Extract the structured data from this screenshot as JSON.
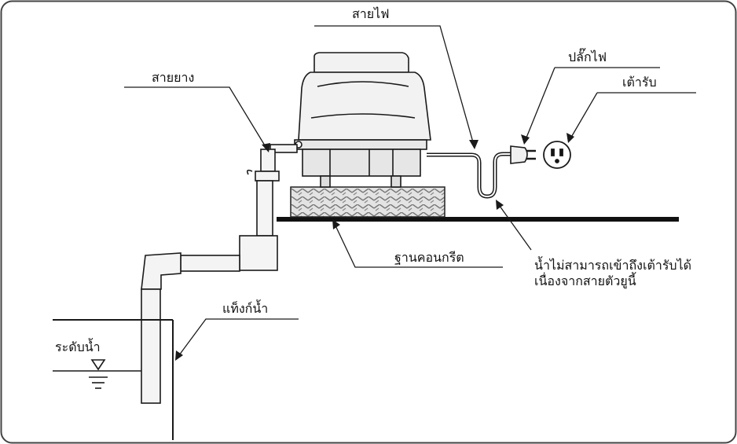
{
  "labels": {
    "power_cord": "สายไฟ",
    "plug": "ปลั๊กไฟ",
    "outlet": "เต้ารับ",
    "hose": "สายยาง",
    "concrete_base": "ฐานคอนกรีต",
    "drip_note_line1": "น้ำไม่สามารถเข้าถึงเต้ารับได้",
    "drip_note_line2": "เนื่องจากสายตัวยูนี้",
    "water_tank": "แท็งก์น้ำ",
    "water_level": "ระดับน้ำ"
  },
  "colors": {
    "stroke": "#1a1a1a",
    "frame": "#444444",
    "pump_fill": "#f2f2f2",
    "pipe_fill": "#f4f4f4",
    "base_fill": "#d9d9d9"
  }
}
